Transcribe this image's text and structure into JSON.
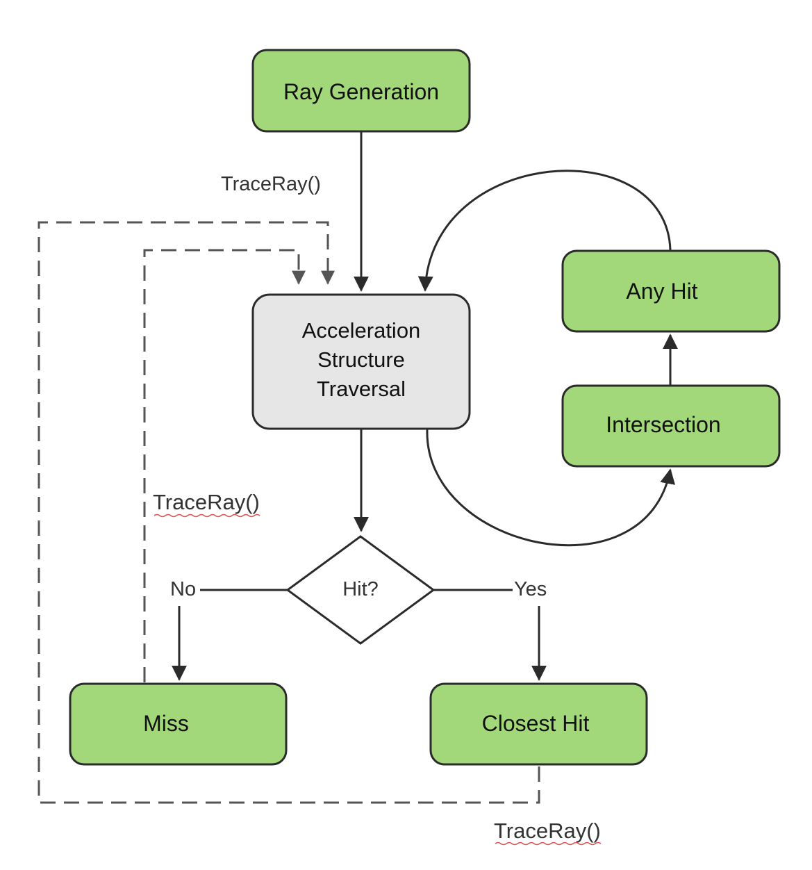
{
  "nodes": {
    "ray_generation": "Ray Generation",
    "acceleration": [
      "Acceleration",
      "Structure",
      "Traversal"
    ],
    "any_hit": "Any Hit",
    "intersection": "Intersection",
    "hit_decision": "Hit?",
    "miss": "Miss",
    "closest_hit": "Closest Hit"
  },
  "edge_labels": {
    "traceray_top": "TraceRay()",
    "traceray_left": "TraceRay()",
    "traceray_bottom": "TraceRay()",
    "no": "No",
    "yes": "Yes"
  },
  "colors": {
    "shader_fill": "#a3d87a",
    "traversal_fill": "#e6e6e6",
    "stroke": "#2b2b2b",
    "dashed": "#555555",
    "squiggle": "#d9534f"
  }
}
